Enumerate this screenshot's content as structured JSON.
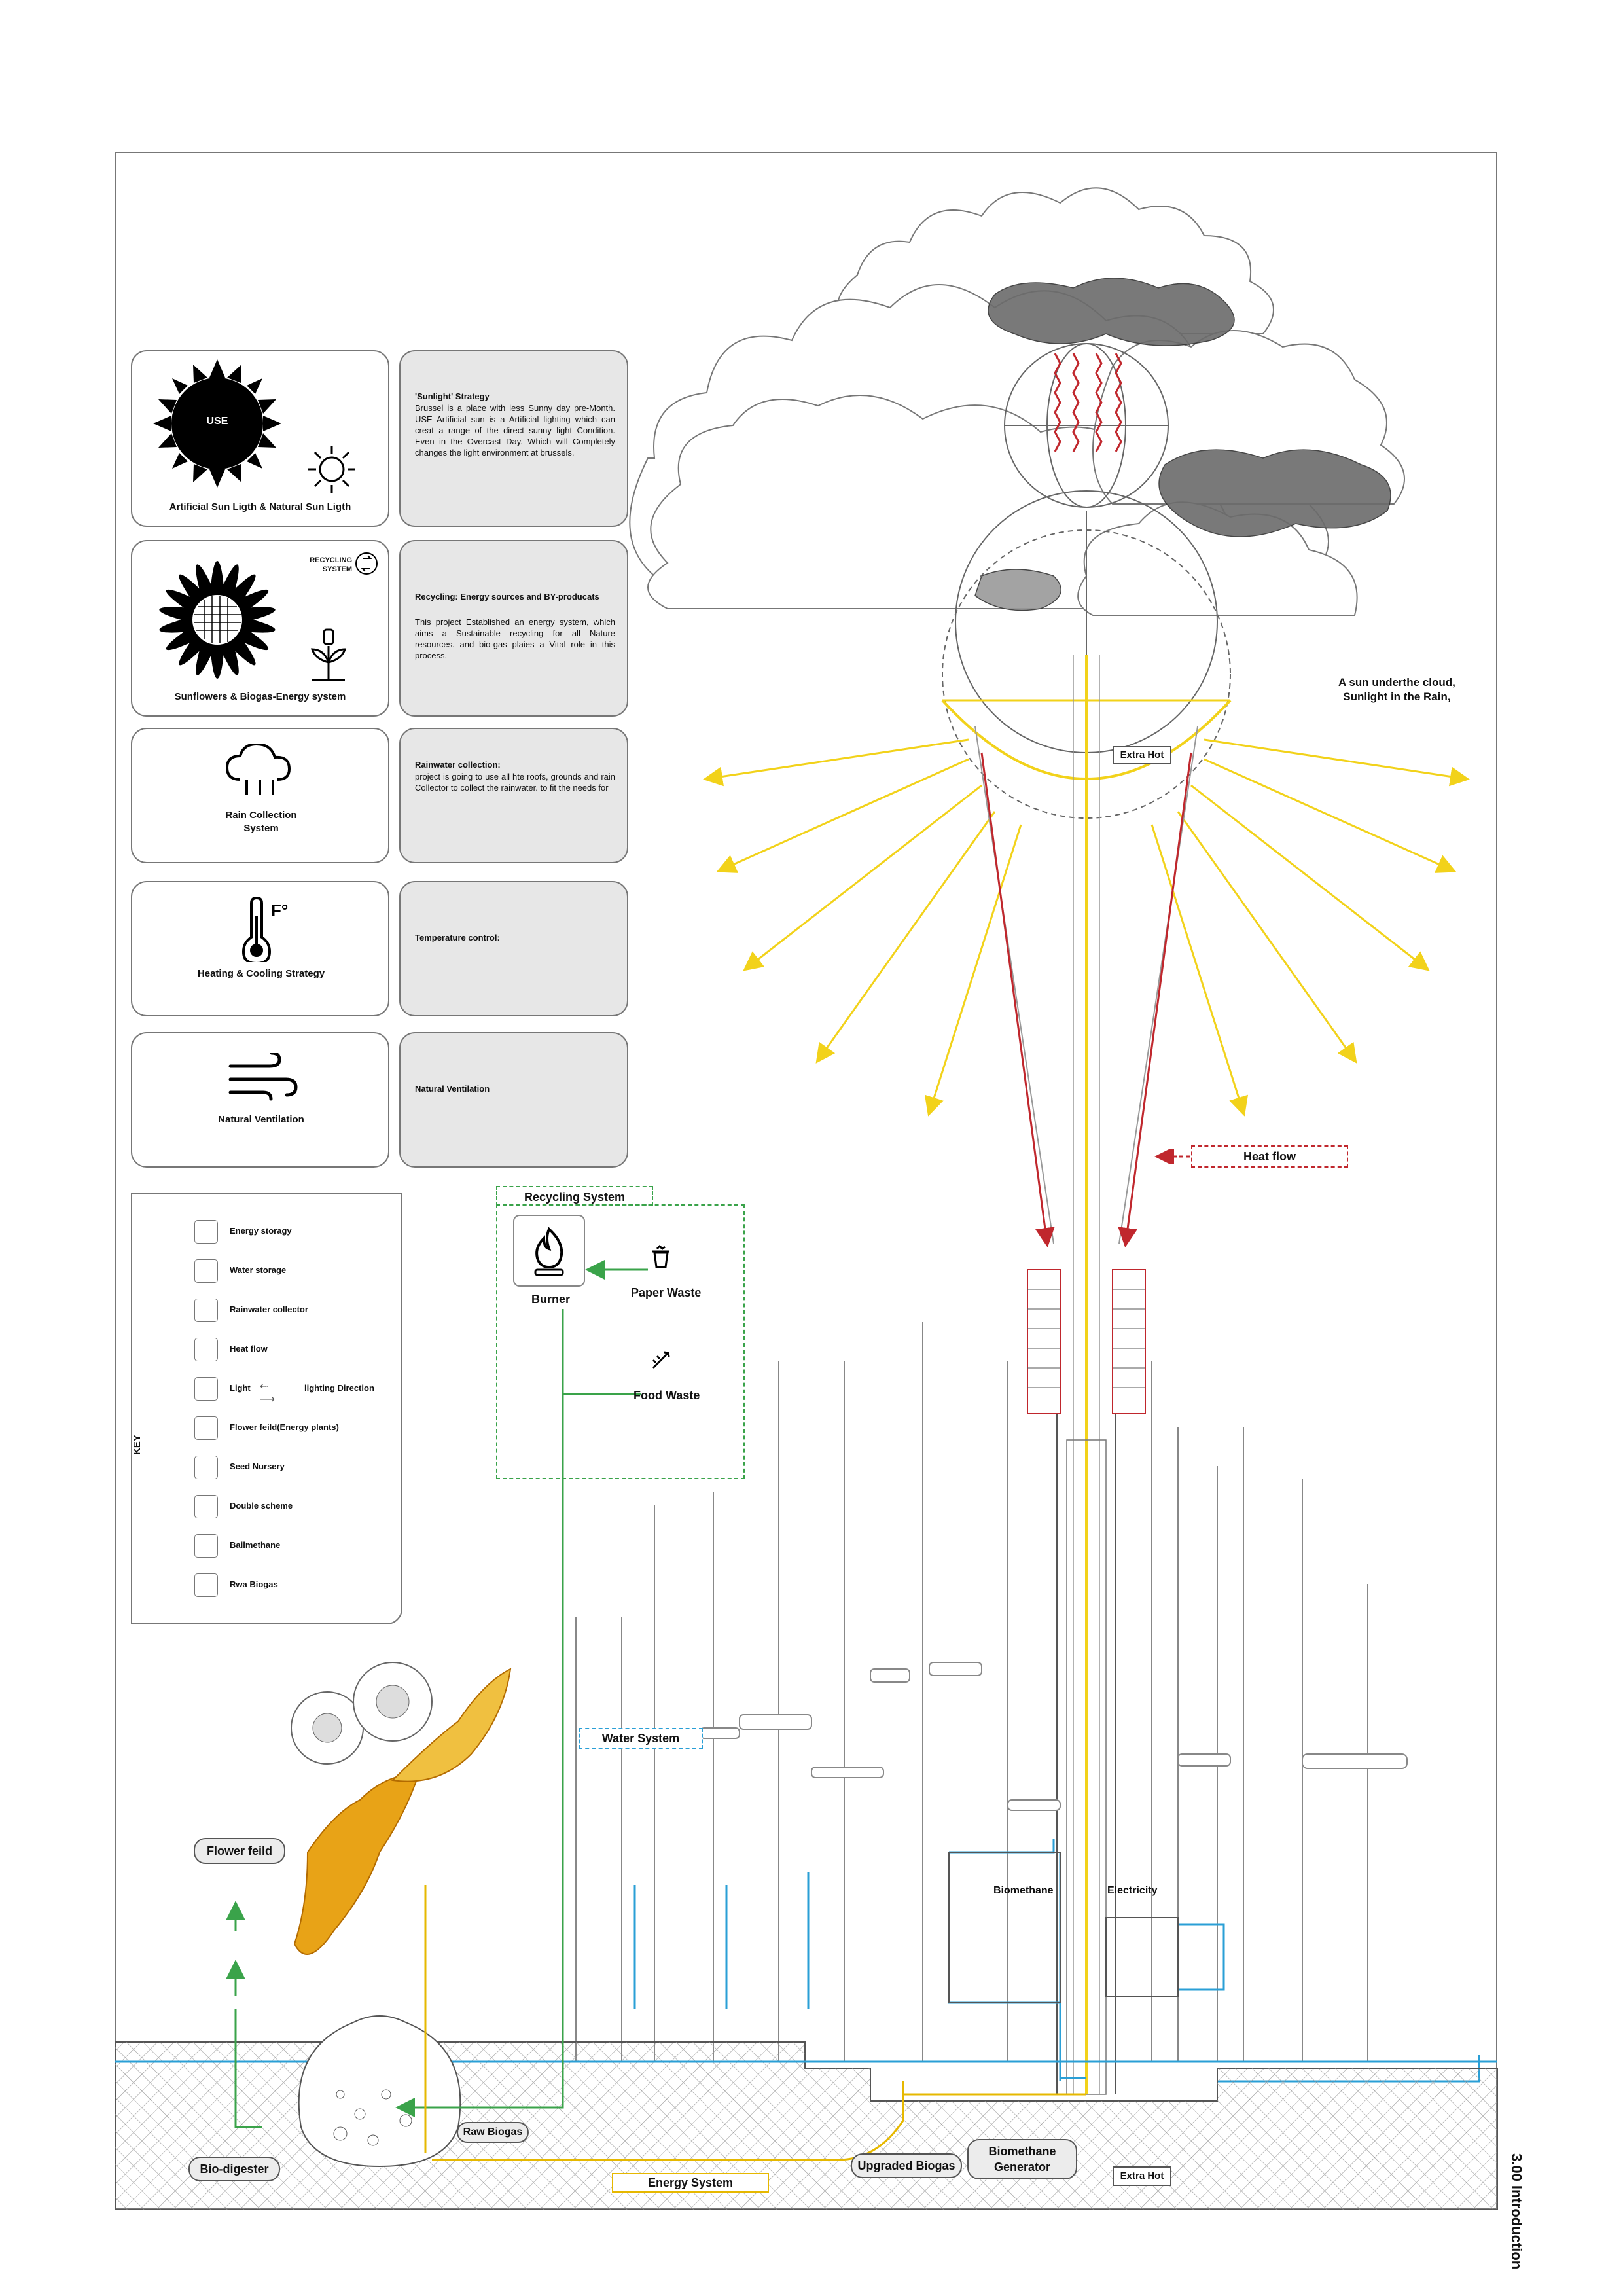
{
  "page": {
    "title": "3.00 Introduction"
  },
  "strategies": [
    {
      "caption": "Artificial Sun Ligth & Natural Sun Ligth",
      "badge": "USE",
      "icon": "sun-icon",
      "heading": "'Sunlight' Strategy",
      "body": "Brussel is a place with less Sunny day pre-Month. USE Artificial sun is a Artificial lighting which can creat a range of the direct sunny light Condition. Even in the Overcast Day. Which will Completely changes the light environment at brussels."
    },
    {
      "caption": "Sunflowers & Biogas-Energy system",
      "badge": "RECYCLING SYSTEM",
      "icon": "sunflower-icon",
      "heading": "Recycling: Energy sources and  BY-producats",
      "body": "This project Established an energy system, which aims a Sustainable recycling for all Nature resources. and bio-gas plaies a Vital role in this process."
    },
    {
      "caption": "Rain Collection System",
      "icon": "rain-cloud-icon",
      "heading": "Rainwater collection:",
      "body": "project is going to use all hte roofs, grounds and rain Collector to collect the rainwater. to fit the needs for"
    },
    {
      "caption": "Heating & Cooling Strategy",
      "icon": "thermometer-icon",
      "heading": "Temperature control:",
      "body": ""
    },
    {
      "caption": "Natural Ventilation",
      "icon": "wind-icon",
      "heading": "Natural Ventilation",
      "body": ""
    }
  ],
  "key": {
    "title": "KEY",
    "items": [
      {
        "label": "Energy storagy",
        "icon": "battery-icon"
      },
      {
        "label": "Water storage",
        "icon": "water-tank-icon"
      },
      {
        "label": "Rainwater collector",
        "icon": "rain-collector-icon"
      },
      {
        "label": "Heat flow",
        "icon": "heat-flow-icon"
      },
      {
        "label": "Light",
        "label2": "lighting Direction",
        "icon": "light-icon"
      },
      {
        "label": "Flower feild(Energy plants)",
        "icon": "flower-icon"
      },
      {
        "label": "Seed Nursery",
        "icon": "seed-icon"
      },
      {
        "label": "Double scheme",
        "icon": "double-scheme-icon"
      },
      {
        "label": "Bailmethane",
        "icon": "biomethane-icon"
      },
      {
        "label": "Rwa Biogas",
        "icon": "raw-biogas-icon"
      }
    ]
  },
  "recycling_system": {
    "title": "Recycling System",
    "burner": "Burner",
    "paper": "Paper Waste",
    "food": "Food Waste"
  },
  "diagram_labels": {
    "sun_note": "A sun underthe cloud,\nSunlight in the Rain,",
    "extra_hot_top": "Extra Hot",
    "heat_flow": "Heat flow",
    "water_system": "Water System",
    "biomethane": "Biomethane",
    "electricity": "Electricity",
    "flower_field": "Flower feild",
    "bio_digester": "Bio-digester",
    "raw_biogas": "Raw Biogas",
    "energy_system": "Energy System",
    "upgraded_biogas": "Upgraded Biogas",
    "biomethane_generator": "Biomethane\nGenerator",
    "extra_hot_bottom": "Extra Hot"
  },
  "colors": {
    "heat": "#c0272d",
    "light": "#f2d21a",
    "biogas": "#e6b800",
    "water": "#2a9fd6",
    "recycling": "#3aa34a",
    "cloud_dark": "#6b6b6b",
    "panel_grey": "#e7e7e7"
  }
}
